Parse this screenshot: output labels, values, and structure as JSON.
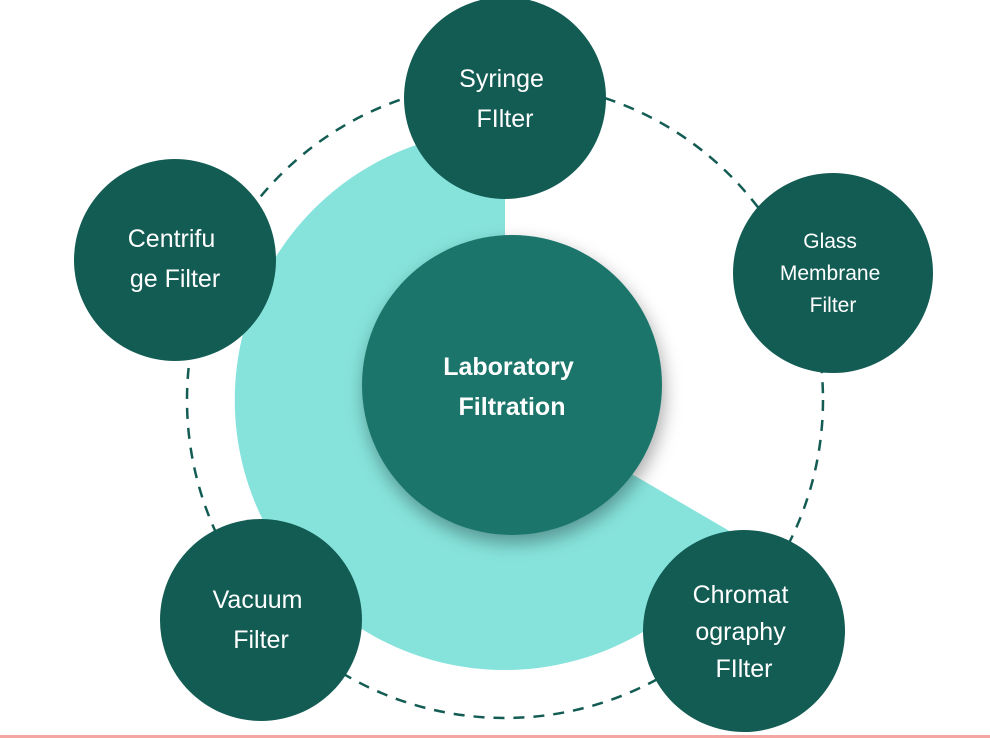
{
  "center": {
    "lines": [
      "Laboratory",
      "Filtration"
    ]
  },
  "nodes": [
    {
      "id": "syringe",
      "lines": [
        "Syringe",
        "FIlter"
      ]
    },
    {
      "id": "glass-membrane",
      "lines": [
        "Glass",
        "Membrane",
        "Filter"
      ]
    },
    {
      "id": "chromatography",
      "lines": [
        "Chromat",
        "ography",
        "FIlter"
      ]
    },
    {
      "id": "vacuum",
      "lines": [
        "Vacuum",
        "Filter"
      ]
    },
    {
      "id": "centrifuge",
      "lines": [
        "Centrifu",
        "ge Filter"
      ]
    }
  ],
  "colors": {
    "node_fill": "#135c54",
    "center_fill": "#1d746b",
    "ring_fill": "#86e3dc",
    "dash_stroke": "#135c54",
    "text": "#ffffff"
  }
}
